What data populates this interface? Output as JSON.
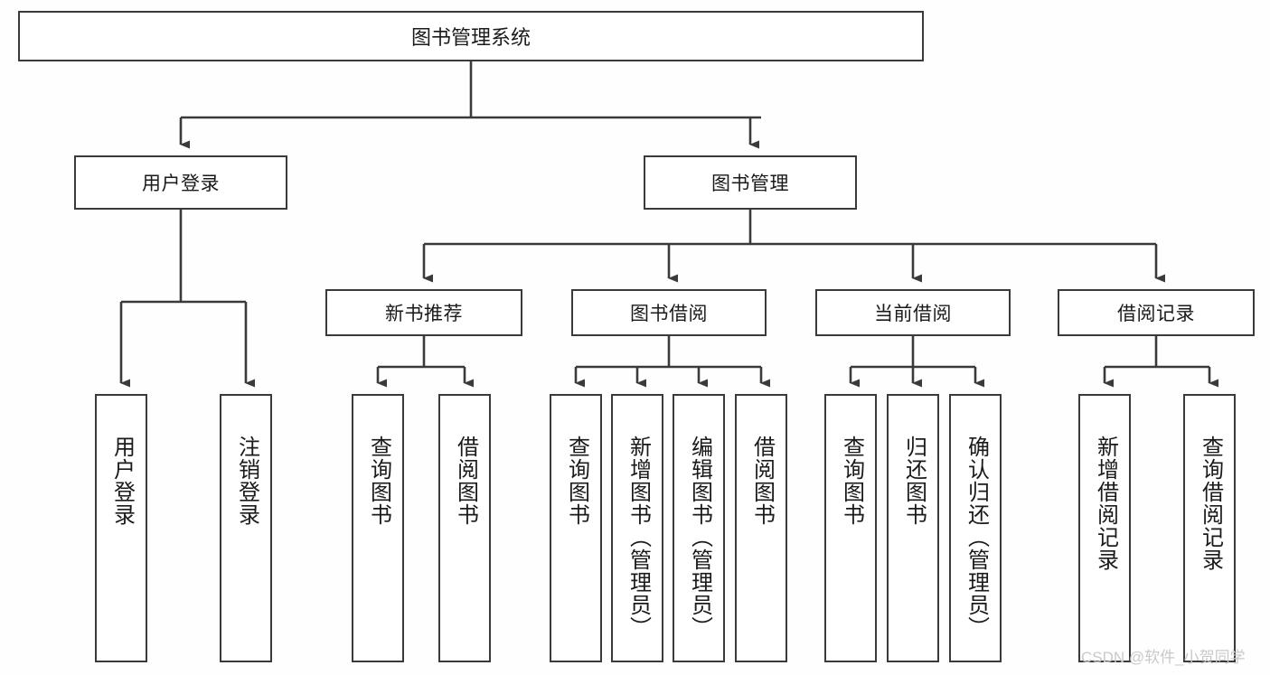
{
  "diagram": {
    "title": "图书管理系统",
    "type": "hierarchy-tree",
    "watermark": "CSDN @软件_小贺同学",
    "colors": {
      "stroke": "#3a3a3a",
      "node_fill": "#ffffff",
      "background": "#fefefe",
      "text": "#1a1a1a",
      "watermark": "#c9c9c9"
    },
    "root": {
      "label": "图书管理系统"
    },
    "level2": [
      {
        "label": "用户登录"
      },
      {
        "label": "图书管理"
      }
    ],
    "level3": [
      {
        "label": "新书推荐"
      },
      {
        "label": "图书借阅"
      },
      {
        "label": "当前借阅"
      },
      {
        "label": "借阅记录"
      }
    ],
    "leaves": {
      "user_login": [
        {
          "label": "用户登录"
        },
        {
          "label": "注销登录"
        }
      ],
      "new_book_recommend": [
        {
          "label": "查询图书"
        },
        {
          "label": "借阅图书"
        }
      ],
      "book_borrow": [
        {
          "label": "查询图书"
        },
        {
          "label": "新增图书（管理员）"
        },
        {
          "label": "编辑图书（管理员）"
        },
        {
          "label": "借阅图书"
        }
      ],
      "current_borrow": [
        {
          "label": "查询图书"
        },
        {
          "label": "归还图书"
        },
        {
          "label": "确认归还（管理员）"
        }
      ],
      "borrow_record": [
        {
          "label": "新增借阅记录"
        },
        {
          "label": "查询借阅记录"
        }
      ]
    }
  }
}
